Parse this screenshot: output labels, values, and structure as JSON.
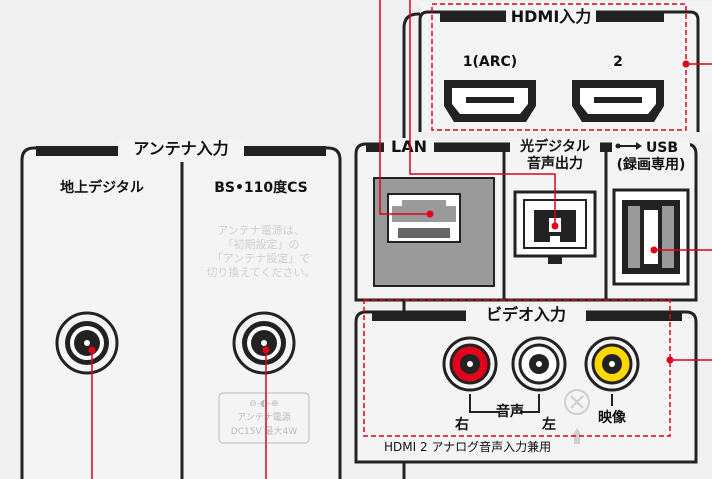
{
  "colors": {
    "panel": "#f4f4f4",
    "border": "#222222",
    "callout": "#e2001a",
    "port_gray": "#9a9a9a",
    "rca_red": "#e2001a",
    "rca_white": "#ffffff",
    "rca_yellow": "#ffd800"
  },
  "hdmi": {
    "title": "HDMI入力",
    "port1": "1(ARC)",
    "port2": "2"
  },
  "lan": {
    "title": "LAN"
  },
  "optical": {
    "title_line1": "光デジタル",
    "title_line2": "音声出力"
  },
  "usb": {
    "title": "USB",
    "subtitle": "(録画専用)",
    "icon": "usb-icon"
  },
  "antenna": {
    "title": "アンテナ入力",
    "terrestrial_label": "地上デジタル",
    "bs_label": "BS•110度CS",
    "note_lines": [
      "アンテナ電源は、",
      "「初期設定」の",
      "「アンテナ設定」で",
      "切り換えてください。"
    ],
    "power_symbol": "⊖-◐-⊕",
    "power_label": "アンテナ電源",
    "power_spec": "DC15V 最大4W"
  },
  "video": {
    "title": "ビデオ入力",
    "audio_label": "音声",
    "right_label": "右",
    "left_label": "左",
    "video_label": "映像",
    "note": "HDMI 2 アナログ音声入力兼用"
  }
}
